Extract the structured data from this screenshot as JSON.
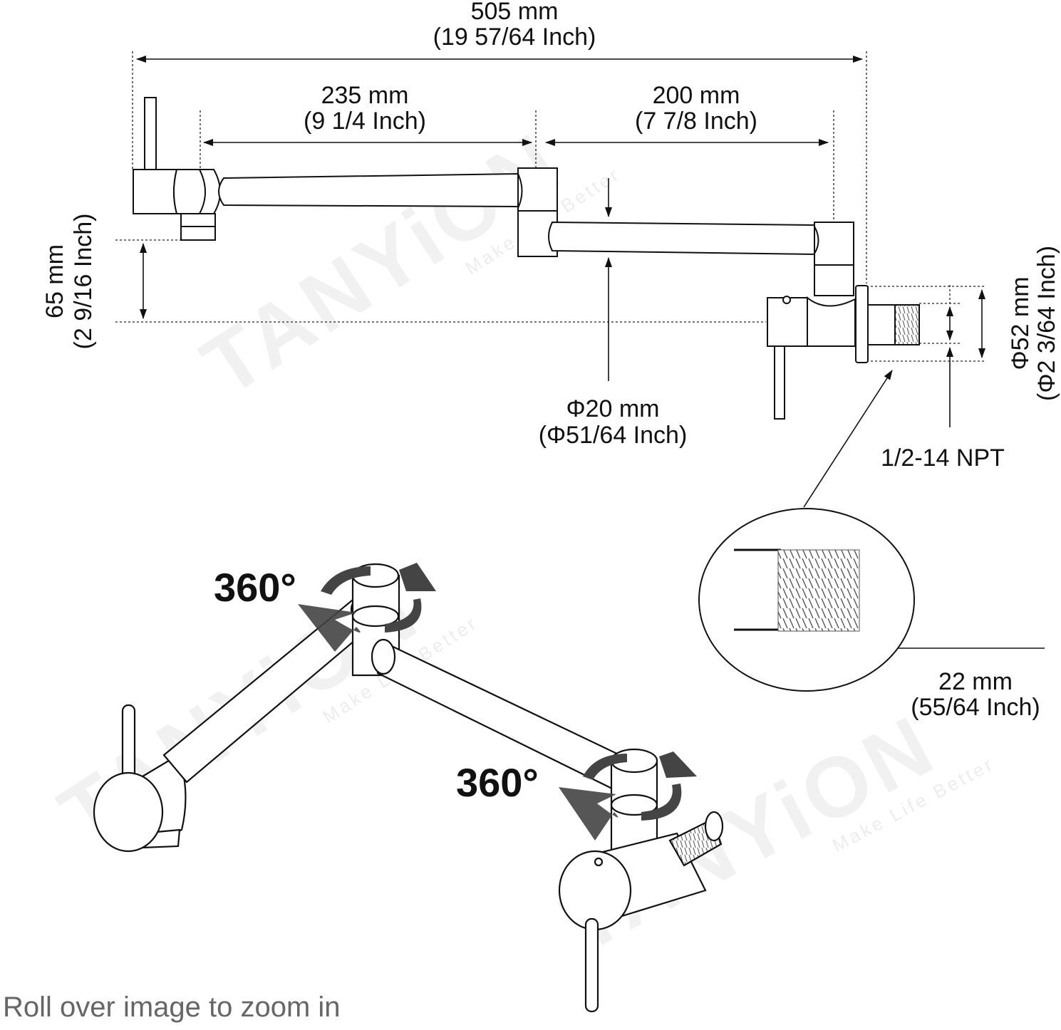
{
  "dimensions": {
    "overall_length": {
      "metric": "505 mm",
      "imperial": "(19 57/64 Inch)"
    },
    "arm_one_length": {
      "metric": "235 mm",
      "imperial": "(9 1/4 Inch)"
    },
    "arm_two_length": {
      "metric": "200 mm",
      "imperial": "(7 7/8 Inch)"
    },
    "height_offset": {
      "metric": "65 mm",
      "imperial": "(2 9/16 Inch)"
    },
    "tube_diameter": {
      "metric": "Φ20 mm",
      "imperial": "(Φ51/64 Inch)"
    },
    "flange_diameter": {
      "metric": "Φ52 mm",
      "imperial": "(Φ2 3/64 Inch)"
    },
    "thread_spec": "1/2-14 NPT",
    "thread_length": {
      "metric": "22 mm",
      "imperial": "(55/64 Inch)"
    }
  },
  "rotation": {
    "upper_joint": "360°",
    "lower_joint": "360°"
  },
  "watermark": {
    "brand": "TANYiON",
    "tagline": "Make Life Better"
  },
  "hint": "Roll over image to zoom in"
}
